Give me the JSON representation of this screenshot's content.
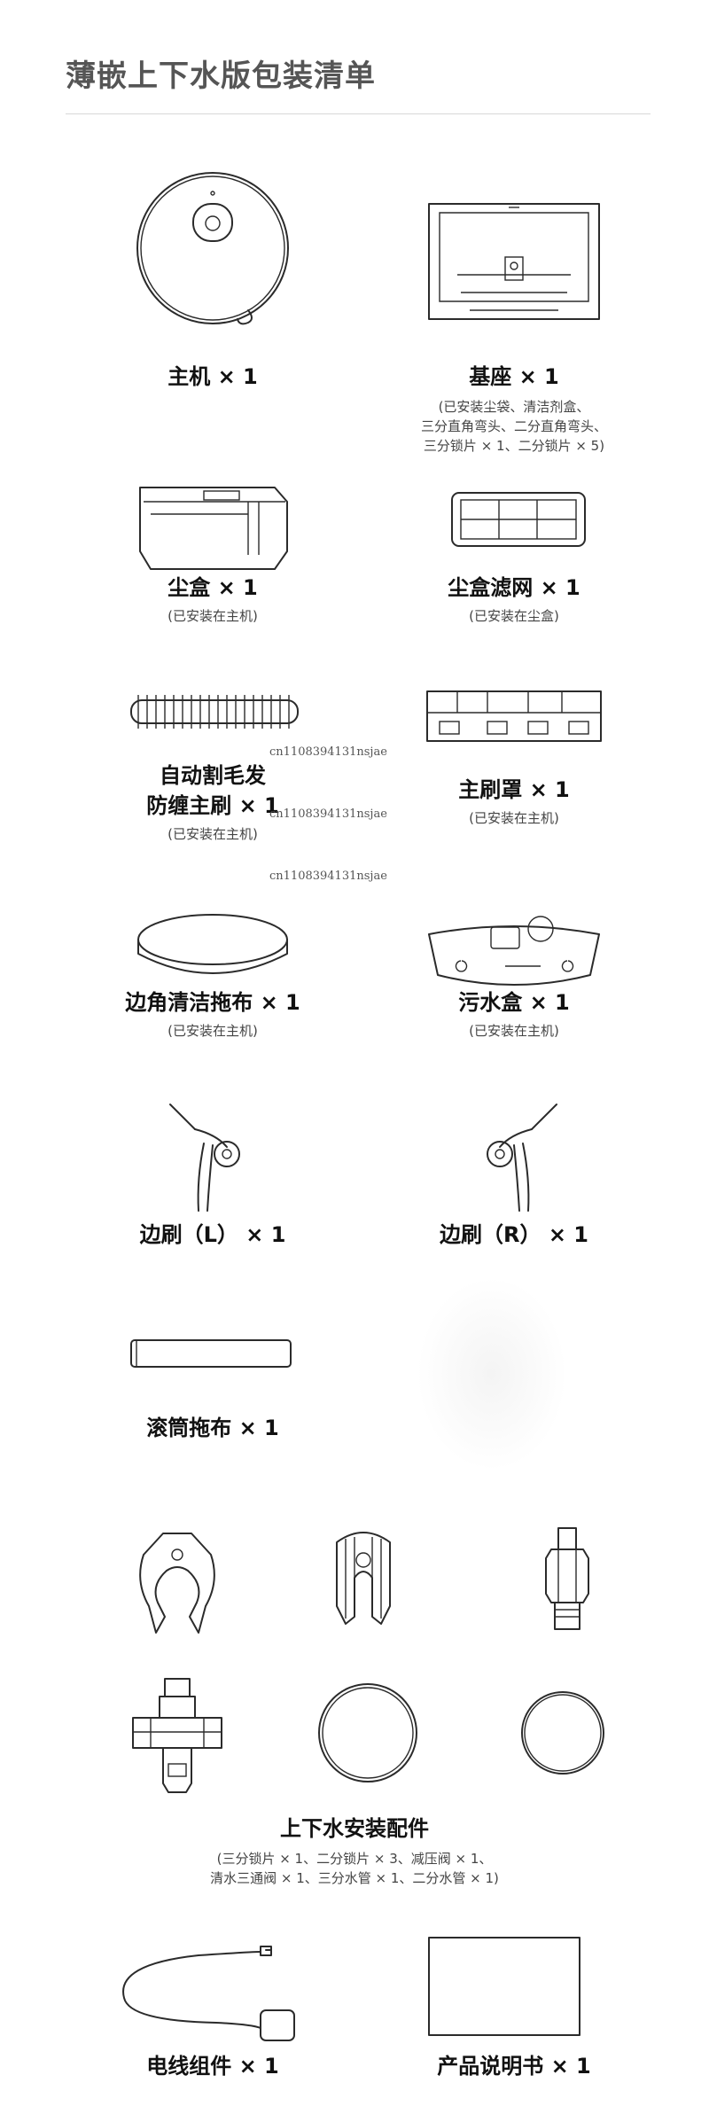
{
  "page_title": "薄嵌上下水版包装清单",
  "items": {
    "robot": {
      "label": "主机 × 1"
    },
    "base": {
      "label": "基座 × 1",
      "note": [
        "(已安装尘袋、清洁剂盒、",
        "三分直角弯头、二分直角弯头、",
        "三分锁片 × 1、二分锁片 × 5)"
      ]
    },
    "dustbox": {
      "label": "尘盒 × 1",
      "note": [
        "(已安装在主机)"
      ]
    },
    "dustfilter": {
      "label": "尘盒滤网 × 1",
      "note": [
        "(已安装在尘盒)"
      ]
    },
    "mainbrush": {
      "label": [
        "自动割毛发",
        "防缠主刷 × 1"
      ],
      "note": [
        "(已安装在主机)"
      ]
    },
    "brushcover": {
      "label": "主刷罩 × 1",
      "note": [
        "(已安装在主机)"
      ]
    },
    "edgemop": {
      "label": "边角清洁拖布 × 1",
      "note": [
        "(已安装在主机)"
      ]
    },
    "wastetank": {
      "label": "污水盒 × 1",
      "note": [
        "(已安装在主机)"
      ]
    },
    "sidebrush_l": {
      "label": "边刷（L） × 1"
    },
    "sidebrush_r": {
      "label": "边刷（R） × 1"
    },
    "rollermop": {
      "label": "滚筒拖布 × 1"
    },
    "water_kit": {
      "label": "上下水安装配件",
      "note": [
        "(三分锁片 × 1、二分锁片 × 3、减压阀 × 1、",
        "清水三通阀 × 1、三分水管 × 1、二分水管 × 1)"
      ]
    },
    "power": {
      "label": "电线组件 × 1"
    },
    "manual": {
      "label": "产品说明书 × 1"
    }
  },
  "watermarks": [
    "cn1108394131nsjae",
    "cn1108394131nsjae",
    "cn1108394131nsjae"
  ]
}
